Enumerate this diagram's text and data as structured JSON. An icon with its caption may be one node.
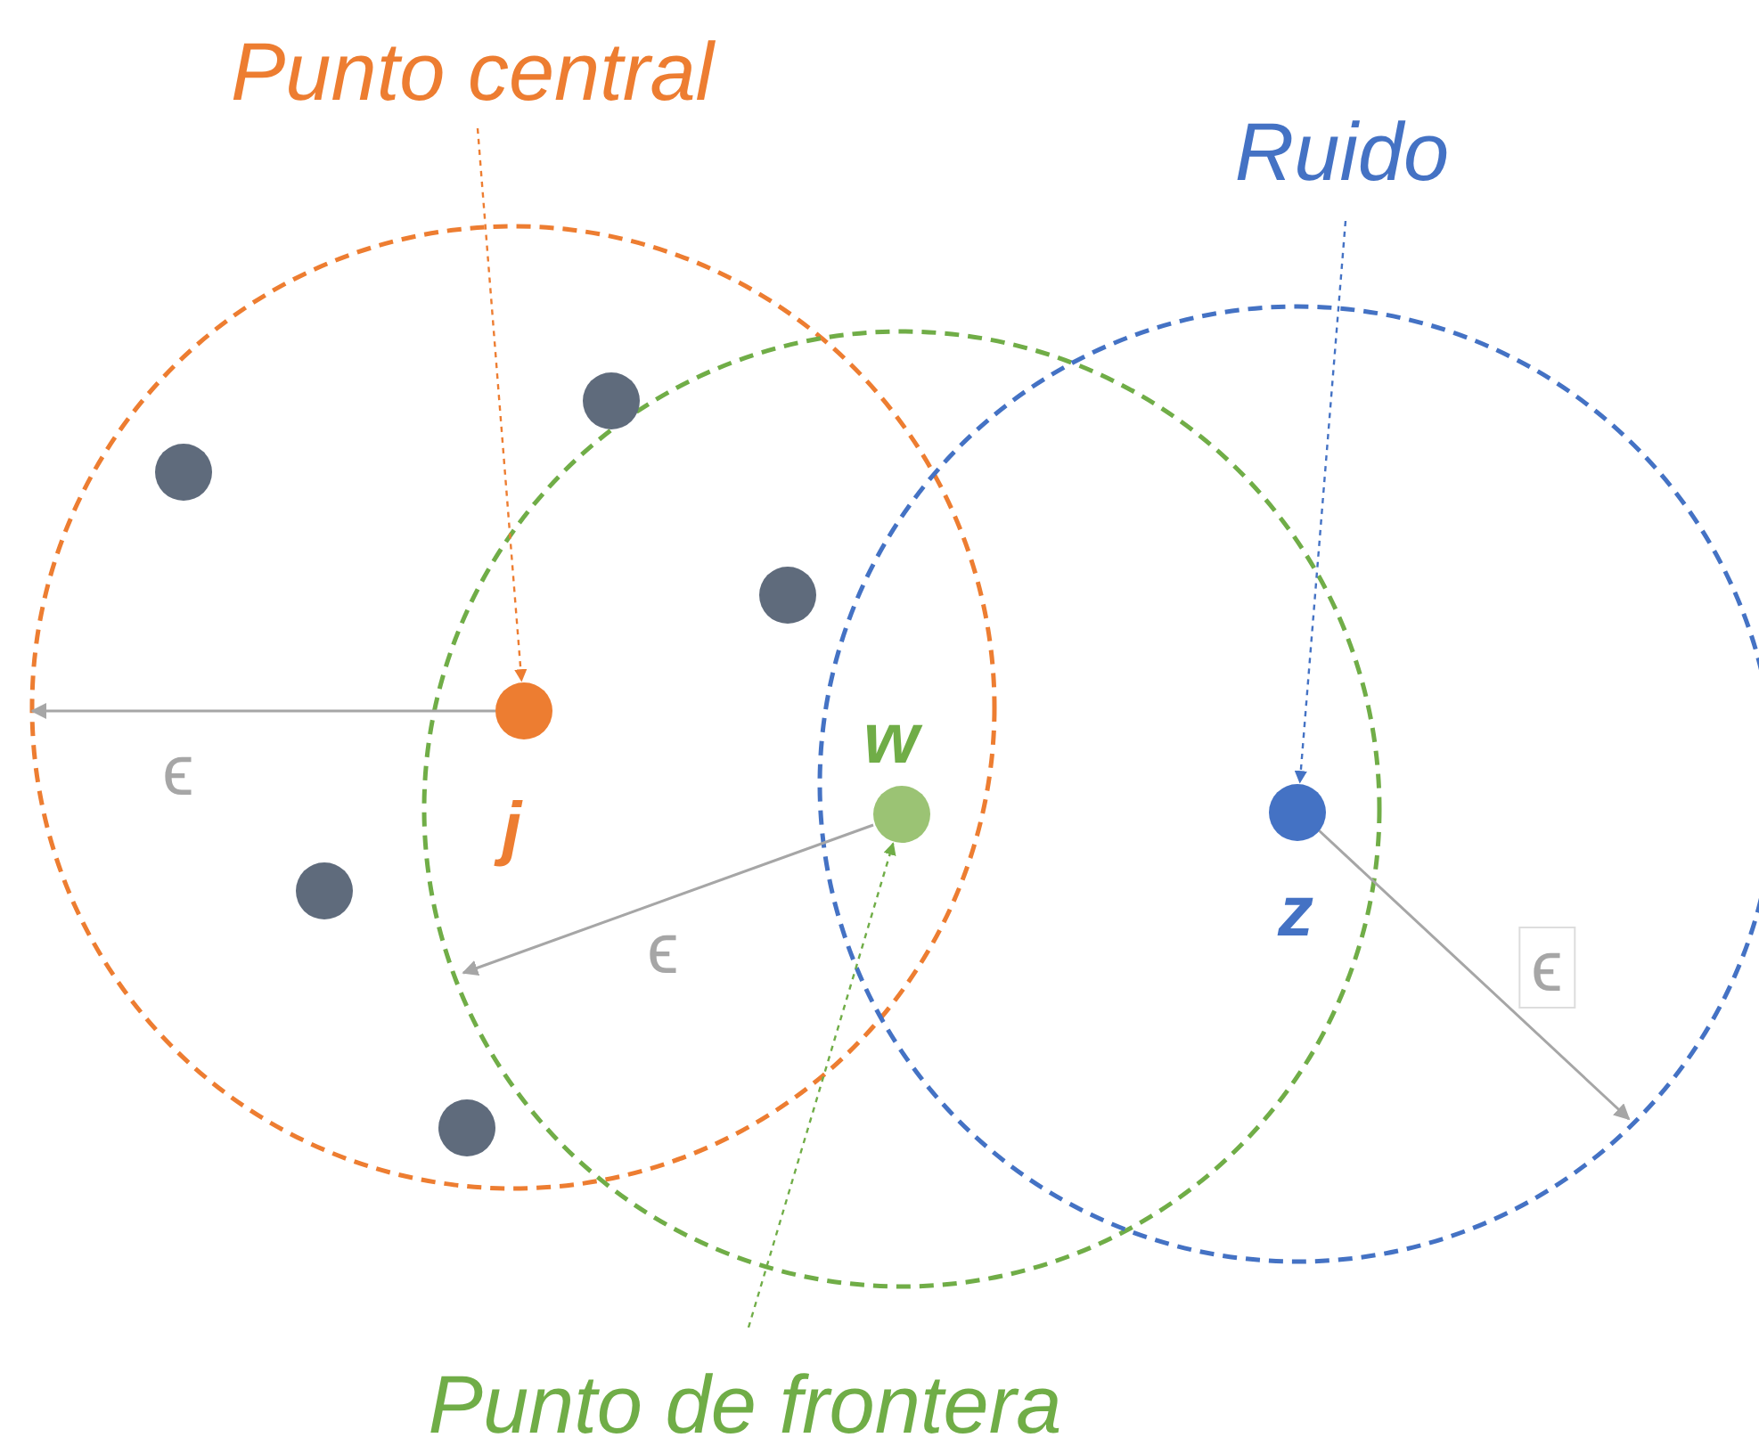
{
  "diagram": {
    "nodes": [
      {
        "text": [
          "Punto central"
        ]
      },
      {
        "text": [
          "Ruido"
        ]
      },
      {
        "text": [],
        "shape": "circle"
      },
      {
        "text": [],
        "shape": "circle"
      },
      {
        "text": [],
        "shape": "circle"
      },
      {
        "text": [],
        "shape": "circle",
        "beside": [
          "j"
        ]
      },
      {
        "text": [],
        "shape": "circle",
        "beside": [
          "w"
        ]
      },
      {
        "text": [],
        "shape": "circle",
        "beside": [
          "z"
        ]
      },
      {
        "text": [],
        "shape": "circle"
      },
      {
        "text": [],
        "shape": "circle"
      },
      {
        "text": [
          "Punto de frontera"
        ]
      }
    ],
    "edges": [
      {
        "from": 0,
        "to": 5,
        "arrow": "to",
        "style": "dashed",
        "color": "#ed7d31"
      },
      {
        "from": 1,
        "to": 7,
        "arrow": "to",
        "style": "dashed",
        "color": "#4472c4"
      },
      {
        "from": 10,
        "to": 6,
        "arrow": "to",
        "style": "dashed",
        "color": "#70ad47"
      }
    ],
    "labels": [
      "ϵ",
      "ϵ",
      "ϵ"
    ]
  }
}
